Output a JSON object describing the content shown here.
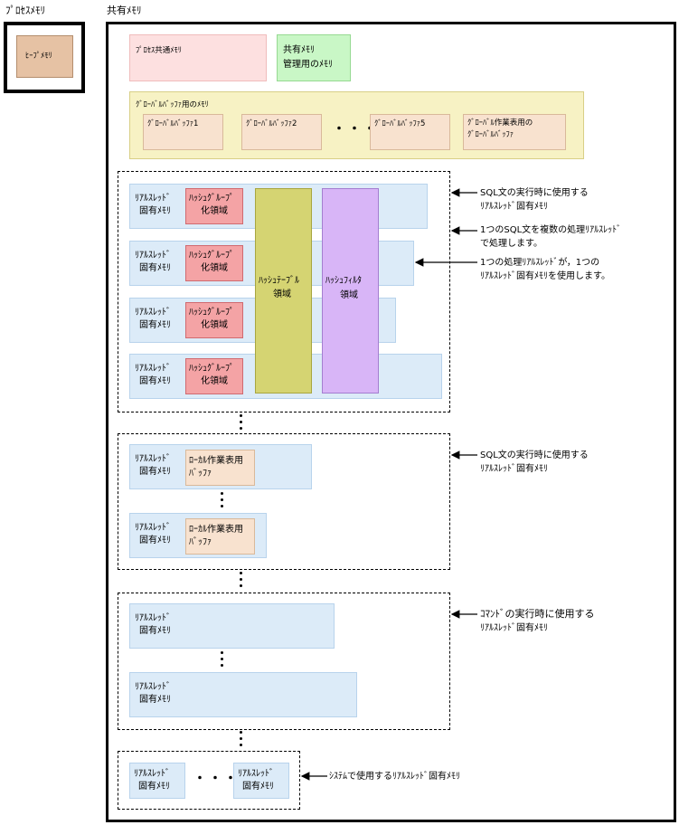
{
  "titles": {
    "process_memory": "ﾌﾟﾛｾｽﾒﾓﾘ",
    "shared_memory": "共有ﾒﾓﾘ"
  },
  "heap": "ﾋｰﾌﾟﾒﾓﾘ",
  "process_common": "ﾌﾟﾛｾｽ共通ﾒﾓﾘ",
  "shared_mgmt": [
    "共有ﾒﾓﾘ",
    "管理用のﾒﾓﾘ"
  ],
  "global_buffer": {
    "title": "ｸﾞﾛｰﾊﾞﾙﾊﾞｯﾌｧ用のﾒﾓﾘ",
    "items": [
      "ｸﾞﾛｰﾊﾞﾙﾊﾞｯﾌｧ1",
      "ｸﾞﾛｰﾊﾞﾙﾊﾞｯﾌｧ2",
      "ｸﾞﾛｰﾊﾞﾙﾊﾞｯﾌｧ5"
    ],
    "work_global": [
      "ｸﾞﾛｰﾊﾞﾙ作業表用の",
      "ｸﾞﾛｰﾊﾞﾙﾊﾞｯﾌｧ"
    ],
    "ellipsis": "・・・"
  },
  "thread_memory": [
    "ﾘｱﾙｽﾚｯﾄﾞ",
    "固有ﾒﾓﾘ"
  ],
  "thread_only": [
    "ﾘｱﾙｽﾚｯﾄﾞ",
    "固有ﾒﾓﾘ"
  ],
  "hash_group": [
    "ﾊｯｼｭｸﾞﾙｰﾌﾟ",
    "化領域"
  ],
  "hash_table": [
    "ﾊｯｼｭﾃｰﾌﾞﾙ",
    "領域"
  ],
  "hash_filter": [
    "ﾊｯｼｭﾌｨﾙﾀ",
    "領域"
  ],
  "local_work": [
    "ﾛｰｶﾙ作業表用",
    "ﾊﾞｯﾌｧ"
  ],
  "annotations": {
    "sql_thread": [
      "SQL文の実行時に使用する",
      "ﾘｱﾙｽﾚｯﾄﾞ固有ﾒﾓﾘ"
    ],
    "multi_thread": [
      "1つのSQL文を複数の処理ﾘｱﾙｽﾚｯﾄﾞ",
      "で処理します。"
    ],
    "one_thread": [
      "1つの処理ﾘｱﾙｽﾚｯﾄﾞが，1つの",
      "ﾘｱﾙｽﾚｯﾄﾞ固有ﾒﾓﾘを使用します。"
    ],
    "sql_thread2": [
      "SQL文の実行時に使用する",
      "ﾘｱﾙｽﾚｯﾄﾞ固有ﾒﾓﾘ"
    ],
    "command_thread": [
      "ｺﾏﾝﾄﾞの実行時に使用する",
      "ﾘｱﾙｽﾚｯﾄﾞ固有ﾒﾓﾘ"
    ],
    "system_thread": "ｼｽﾃﾑで使用するﾘｱﾙｽﾚｯﾄﾞ固有ﾒﾓﾘ"
  },
  "colors": {
    "heap": "#e6c2a4",
    "process_common": "#fde0e0",
    "shared_mgmt": "#c9f7c6",
    "global_buffer": "#f7f2c4",
    "thread": "#dcebf8",
    "hash_group": "#f4a3a5",
    "hash_table": "#d5d472",
    "hash_filter": "#d8b5f7",
    "beige": "#f8e2cf"
  }
}
